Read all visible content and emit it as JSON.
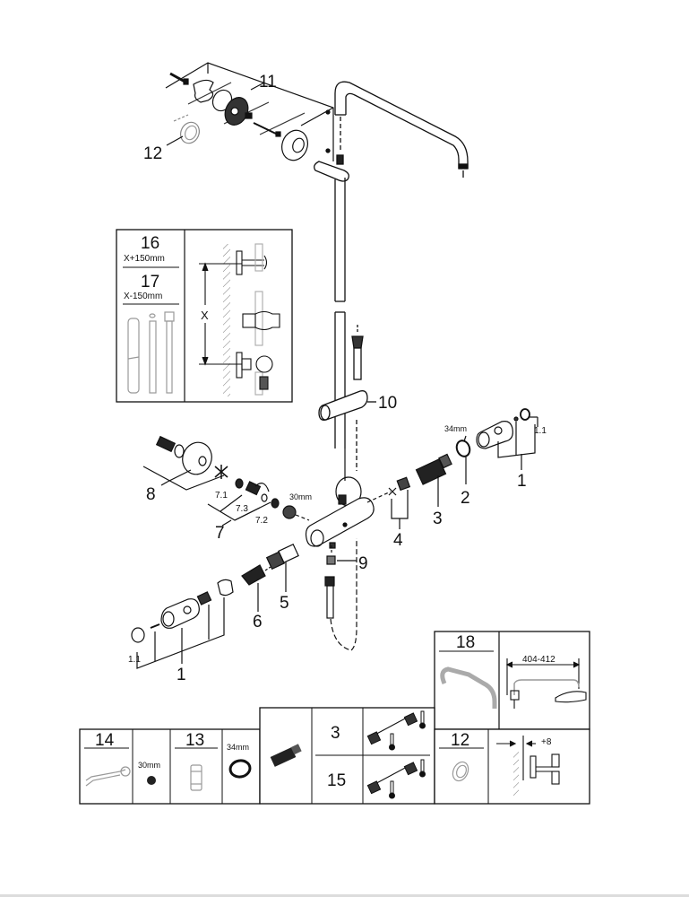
{
  "document": {
    "type": "exploded parts diagram",
    "subject": "thermostatic shower system"
  },
  "callouts": {
    "c1_right": "1",
    "c1_1_right": "1.1",
    "c2": "2",
    "c2_size": "34mm",
    "c3": "3",
    "c4": "4",
    "c5": "5",
    "c6": "6",
    "c7": "7",
    "c7_1": "7.1",
    "c7_2": "7.2",
    "c7_3": "7.3",
    "c7_size": "30mm",
    "c8": "8",
    "c9": "9",
    "c10": "10",
    "c11": "11",
    "c12": "12",
    "c1_left": "1",
    "c1_1_left": "1.1"
  },
  "inset_extension": {
    "part16": "16",
    "part16_spec": "X+150mm",
    "part17": "17",
    "part17_spec": "X-150mm",
    "dimension_label": "X"
  },
  "inset_arm": {
    "part18": "18",
    "dimension": "404-412"
  },
  "accessory_table": {
    "tool_part": "14",
    "nut_size": "30mm",
    "filter_part": "13",
    "ring_size": "34mm"
  },
  "cartridge_table": {
    "rows": [
      {
        "part": "3"
      },
      {
        "part": "15"
      }
    ]
  },
  "rosette_table": {
    "part": "12",
    "offset": "+8"
  }
}
